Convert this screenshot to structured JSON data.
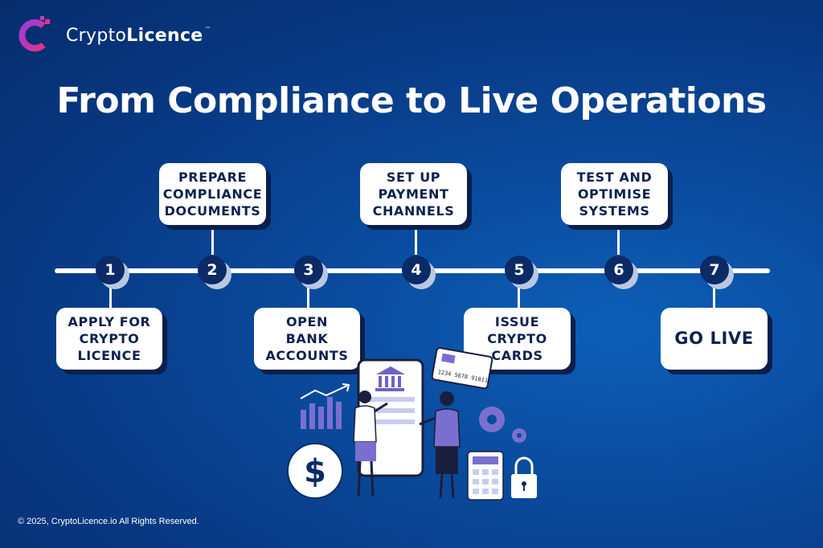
{
  "brand": {
    "name_regular": "Crypto",
    "name_bold": "Licence",
    "trademark": "™"
  },
  "title": "From Compliance to Live Operations",
  "steps": [
    {
      "number": "1",
      "label": "APPLY FOR\nCRYPTO\nLICENCE"
    },
    {
      "number": "2",
      "label": "PREPARE\nCOMPLIANCE\nDOCUMENTS"
    },
    {
      "number": "3",
      "label": "OPEN\nBANK\nACCOUNTS"
    },
    {
      "number": "4",
      "label": "SET UP\nPAYMENT\nCHANNELS"
    },
    {
      "number": "5",
      "label": "ISSUE\nCRYPTO\nCARDS"
    },
    {
      "number": "6",
      "label": "TEST AND\nOPTIMISE\nSYSTEMS"
    },
    {
      "number": "7",
      "label": "GO LIVE"
    }
  ],
  "illustration": {
    "card_number": "1234 5678 91011",
    "coin_symbol": "$"
  },
  "footer": "© 2025, CryptoLicence.io All Rights Reserved.",
  "colors": {
    "background": "#083a85",
    "card": "#ffffff",
    "step_circle": "#0b2a66",
    "accent_purple": "#7a6fd0",
    "brand_gradient": [
      "#9b3bd6",
      "#e0338a"
    ]
  }
}
